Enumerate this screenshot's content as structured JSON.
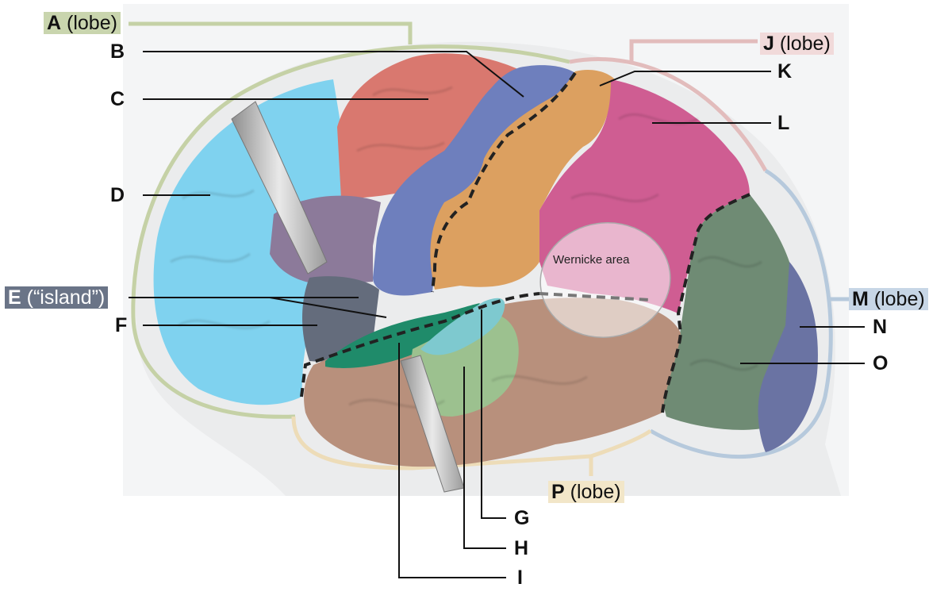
{
  "labels": {
    "a": {
      "letter": "A",
      "suffix": " (lobe)"
    },
    "b": "B",
    "c": "C",
    "d": "D",
    "e": {
      "letter": "E",
      "suffix": " (“island”)"
    },
    "f": "F",
    "g": "G",
    "h": "H",
    "i": "I",
    "j": {
      "letter": "J",
      "suffix": " (lobe)"
    },
    "k": "K",
    "l": "L",
    "m": {
      "letter": "M",
      "suffix": " (lobe)"
    },
    "n": "N",
    "o": "O",
    "p": {
      "letter": "P",
      "suffix": " (lobe)"
    }
  },
  "region_text": "Wernicke area",
  "colors": {
    "frontal_bracket": "#c5d1a6",
    "parietal_bracket": "#e2bcbc",
    "occipital_bracket": "#b6c9dc",
    "temporal_bracket": "#eddcb8",
    "a_tag_bg": "#c9d5ae",
    "e_tag_bg": "#6a7487",
    "j_tag_bg": "#f1dada",
    "m_tag_bg": "#c7d6e6",
    "p_tag_bg": "#f2e6c8",
    "prefrontal": "#7fd2ef",
    "premotor": "#d9786f",
    "broca": "#8c7a9a",
    "motor": "#6e7fbd",
    "somatosensory": "#dca060",
    "sensory_assoc": "#cf5d92",
    "visual_assoc": "#6f8b74",
    "visual_primary": "#6a73a3",
    "temporal": "#b8907c",
    "auditory_primary": "#1f8b6a",
    "auditory_assoc": "#9cc18f",
    "gustatory": "#7ec9cf",
    "insula": "#646c7c",
    "line": "#111111"
  }
}
